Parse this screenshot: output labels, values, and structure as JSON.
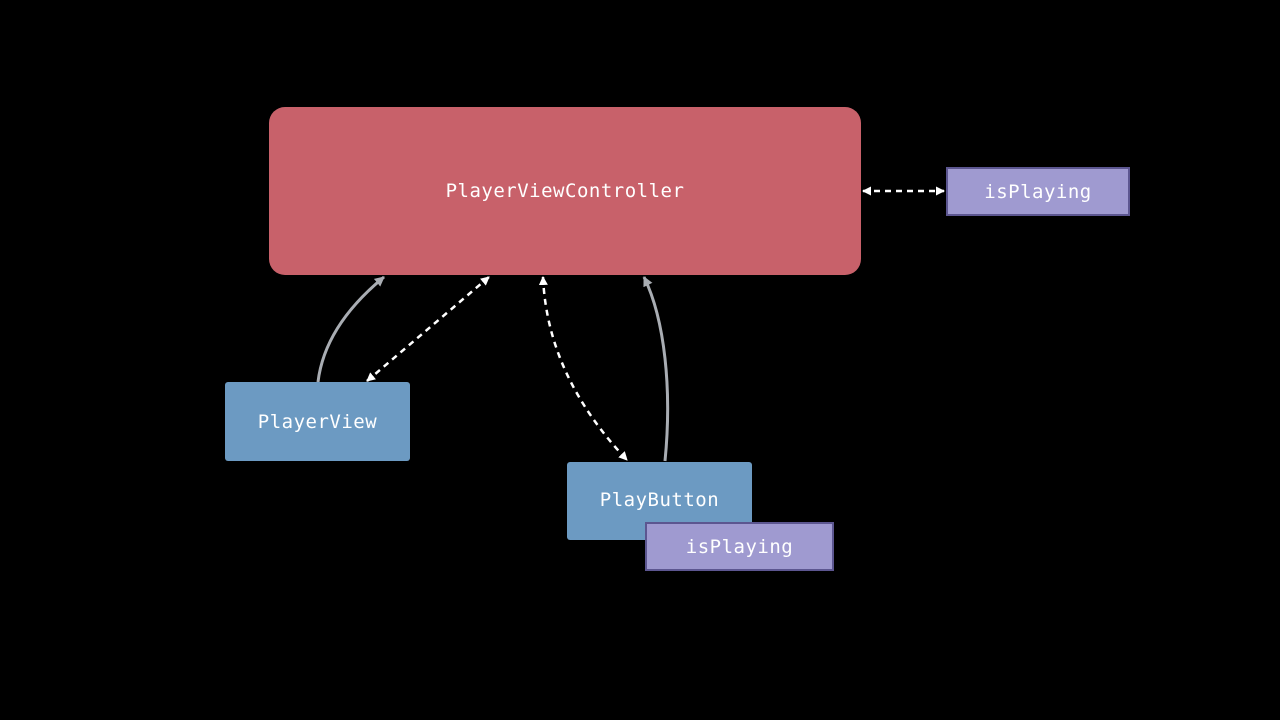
{
  "diagram": {
    "nodes": {
      "player_view_controller": "PlayerViewController",
      "player_view": "PlayerView",
      "play_button": "PlayButton",
      "is_playing_state": "isPlaying",
      "play_button_is_playing": "isPlaying"
    },
    "colors": {
      "background": "#000000",
      "controller": "#c8616a",
      "view": "#6c9ac2",
      "state": "#9f9ad0",
      "state_border": "#5c5690",
      "solid_arrow": "#a9adb3",
      "dashed_arrow": "#ffffff"
    }
  }
}
